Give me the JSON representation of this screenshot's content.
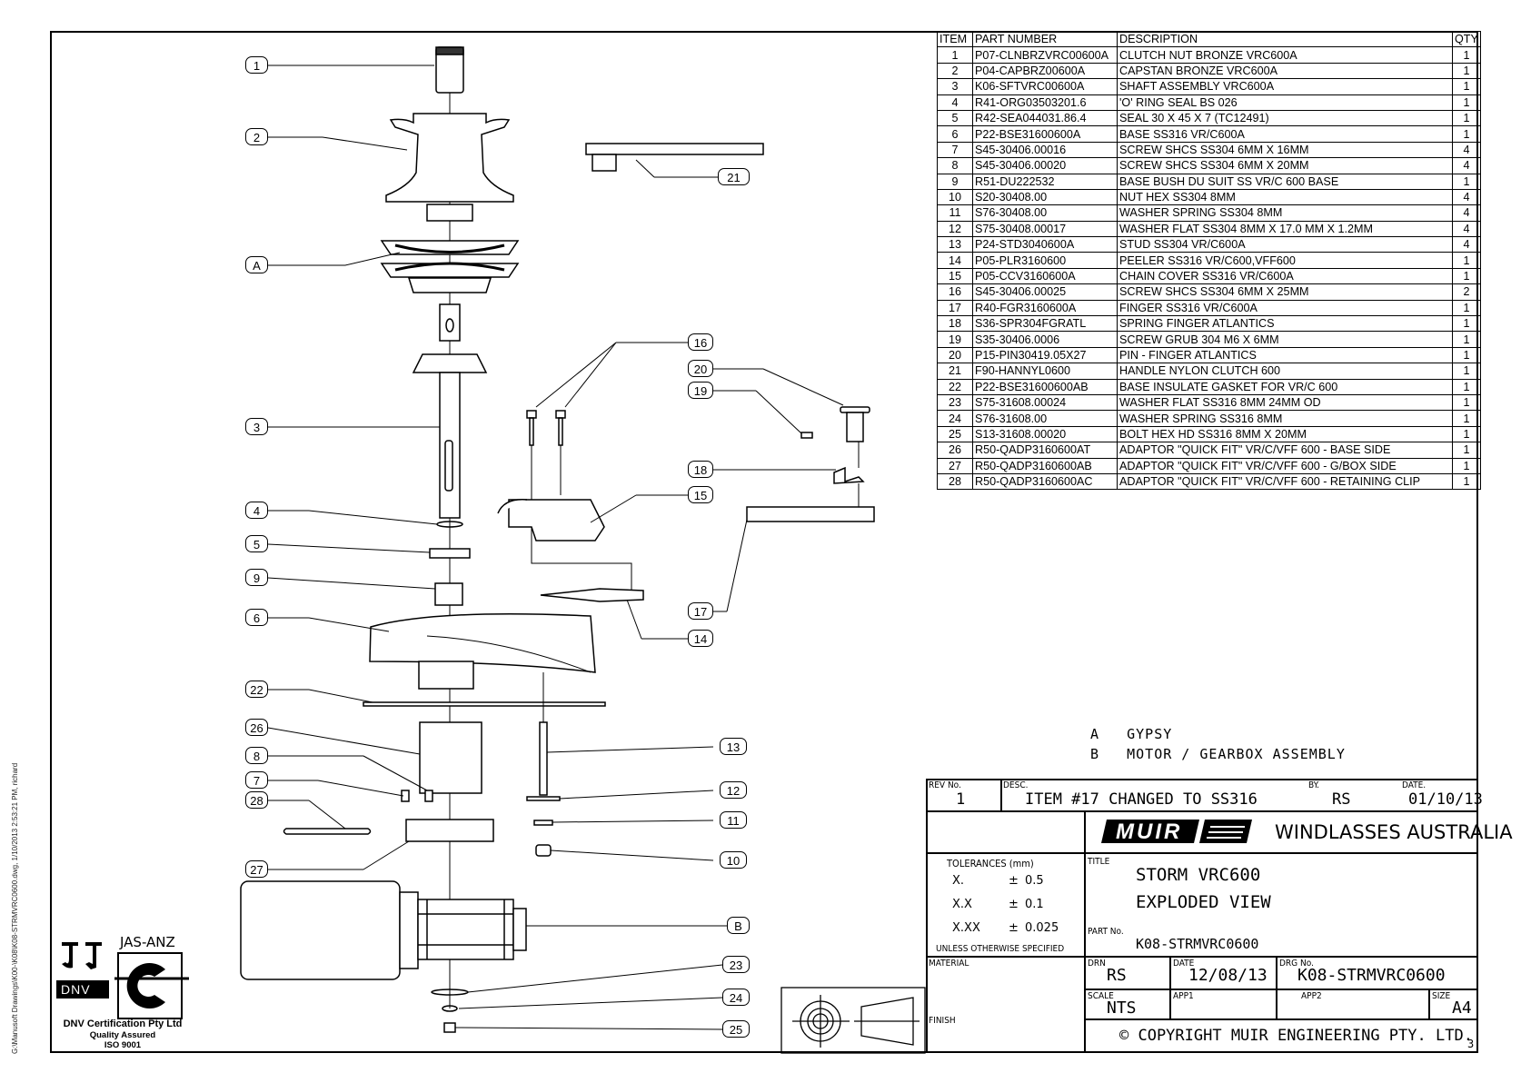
{
  "parts_table": {
    "headers": [
      "ITEM",
      "PART NUMBER",
      "DESCRIPTION",
      "QTY"
    ],
    "rows": [
      [
        "1",
        "P07-CLNBRZVRC00600A",
        "CLUTCH NUT BRONZE VRC600A",
        "1"
      ],
      [
        "2",
        "P04-CAPBRZ00600A",
        "CAPSTAN BRONZE VRC600A",
        "1"
      ],
      [
        "3",
        "K06-SFTVRC00600A",
        "SHAFT ASSEMBLY VRC600A",
        "1"
      ],
      [
        "4",
        "R41-ORG03503201.6",
        "'O' RING SEAL BS 026",
        "1"
      ],
      [
        "5",
        "R42-SEA044031.86.4",
        "SEAL 30 X 45 X 7 (TC12491)",
        "1"
      ],
      [
        "6",
        "P22-BSE31600600A",
        "BASE SS316 VR/C600A",
        "1"
      ],
      [
        "7",
        "S45-30406.00016",
        "SCREW SHCS SS304 6MM X 16MM",
        "4"
      ],
      [
        "8",
        "S45-30406.00020",
        "SCREW SHCS SS304 6MM X 20MM",
        "4"
      ],
      [
        "9",
        "R51-DU222532",
        "BASE BUSH DU SUIT SS VR/C 600 BASE",
        "1"
      ],
      [
        "10",
        "S20-30408.00",
        "NUT HEX SS304 8MM",
        "4"
      ],
      [
        "11",
        "S76-30408.00",
        "WASHER SPRING SS304 8MM",
        "4"
      ],
      [
        "12",
        "S75-30408.00017",
        "WASHER FLAT SS304 8MM X 17.0 MM X 1.2MM",
        "4"
      ],
      [
        "13",
        "P24-STD3040600A",
        "STUD SS304 VR/C600A",
        "4"
      ],
      [
        "14",
        "P05-PLR3160600",
        "PEELER SS316 VR/C600,VFF600",
        "1"
      ],
      [
        "15",
        "P05-CCV3160600A",
        "CHAIN COVER SS316 VR/C600A",
        "1"
      ],
      [
        "16",
        "S45-30406.00025",
        "SCREW SHCS SS304 6MM X 25MM",
        "2"
      ],
      [
        "17",
        "R40-FGR3160600A",
        "FINGER SS316 VR/C600A",
        "1"
      ],
      [
        "18",
        "S36-SPR304FGRATL",
        "SPRING FINGER ATLANTICS",
        "1"
      ],
      [
        "19",
        "S35-30406.0006",
        "SCREW GRUB 304 M6 X 6MM",
        "1"
      ],
      [
        "20",
        "P15-PIN30419.05X27",
        "PIN - FINGER ATLANTICS",
        "1"
      ],
      [
        "21",
        "F90-HANNYL0600",
        "HANDLE NYLON CLUTCH 600",
        "1"
      ],
      [
        "22",
        "P22-BSE31600600AB",
        "BASE INSULATE GASKET FOR VR/C 600",
        "1"
      ],
      [
        "23",
        "S75-31608.00024",
        "WASHER FLAT SS316 8MM 24MM OD",
        "1"
      ],
      [
        "24",
        "S76-31608.00",
        "WASHER SPRING SS316 8MM",
        "1"
      ],
      [
        "25",
        "S13-31608.00020",
        "BOLT HEX HD SS316 8MM X 20MM",
        "1"
      ],
      [
        "26",
        "R50-QADP3160600AT",
        "ADAPTOR \"QUICK FIT\"  VR/C/VFF 600 - BASE SIDE",
        "1"
      ],
      [
        "27",
        "R50-QADP3160600AB",
        "ADAPTOR \"QUICK FIT\"  VR/C/VFF 600 - G/BOX SIDE",
        "1"
      ],
      [
        "28",
        "R50-QADP3160600AC",
        "ADAPTOR \"QUICK FIT\"  VR/C/VFF 600 - RETAINING CLIP",
        "1"
      ]
    ]
  },
  "legend": [
    {
      "key": "A",
      "text": "GYPSY"
    },
    {
      "key": "B",
      "text": "MOTOR / GEARBOX ASSEMBLY"
    }
  ],
  "callouts": [
    "1",
    "2",
    "A",
    "3",
    "4",
    "5",
    "9",
    "6",
    "22",
    "26",
    "8",
    "7",
    "28",
    "27",
    "21",
    "16",
    "20",
    "19",
    "18",
    "15",
    "17",
    "14",
    "13",
    "12",
    "11",
    "10",
    "B",
    "23",
    "24",
    "25"
  ],
  "title_block": {
    "rev_label": "REV No.",
    "rev": "1",
    "desc_label": "DESC.",
    "desc": "ITEM #17 CHANGED TO SS316",
    "by_label": "BY.",
    "by": "RS",
    "date_label": "DATE.",
    "date": "01/10/13",
    "company": "WINDLASSES AUSTRALIA",
    "logo_text": "MUIR",
    "tolerances_label": "TOLERANCES (mm)",
    "tolerances": [
      [
        "X.",
        "±",
        "0.5"
      ],
      [
        "X.X",
        "±",
        "0.1"
      ],
      [
        "X.XX",
        "±",
        "0.025"
      ]
    ],
    "unless": "UNLESS OTHERWISE SPECIFIED",
    "title_label": "TITLE",
    "title_line1": "STORM VRC600",
    "title_line2": "EXPLODED VIEW",
    "partno_label": "PART No.",
    "partno": "K08-STRMVRC0600",
    "material_label": "MATERIAL",
    "finish_label": "FINISH",
    "drn_label": "DRN",
    "drn": "RS",
    "date2_label": "DATE",
    "date2": "12/08/13",
    "drgno_label": "DRG No.",
    "drgno": "K08-STRMVRC0600",
    "scale_label": "SCALE",
    "scale": "NTS",
    "app1_label": "APP1",
    "app2_label": "APP2",
    "size_label": "SIZE",
    "size": "A4",
    "copyright": "© COPYRIGHT MUIR ENGINEERING PTY. LTD.",
    "sheet_no": "3"
  },
  "certification": {
    "jas": "JAS-ANZ",
    "dnv": "DNV",
    "line1": "DNV Certification Pty Ltd",
    "line2": "Quality Assured",
    "line3": "ISO 9001"
  },
  "side_path": "G:\\Manusoft Drawings\\K00-\\K08\\K08-STRMVRC0600.dwg, 1/10/2013 2:53:21 PM, richard"
}
